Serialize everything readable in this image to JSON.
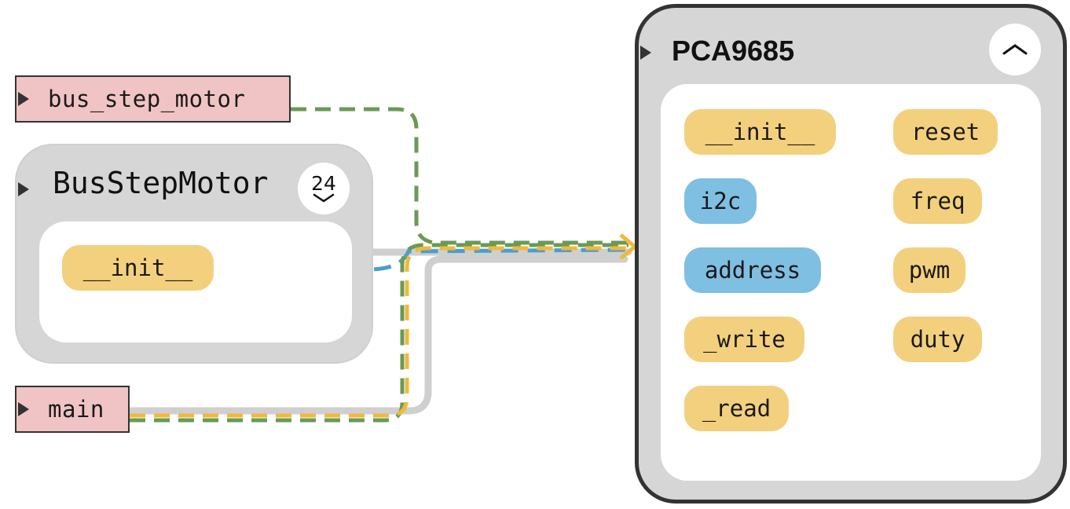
{
  "nodes": {
    "bus_step_motor": {
      "label": "bus_step_motor"
    },
    "main": {
      "label": "main"
    },
    "bus_step_motor_class": {
      "title": "BusStepMotor",
      "member_count": "24",
      "methods": [
        "__init__"
      ]
    },
    "pca9685": {
      "title": "PCA9685",
      "members": [
        {
          "name": "__init__",
          "kind": "method"
        },
        {
          "name": "reset",
          "kind": "method"
        },
        {
          "name": "i2c",
          "kind": "attribute"
        },
        {
          "name": "freq",
          "kind": "method"
        },
        {
          "name": "address",
          "kind": "attribute"
        },
        {
          "name": "pwm",
          "kind": "method"
        },
        {
          "name": "_write",
          "kind": "method"
        },
        {
          "name": "duty",
          "kind": "method"
        },
        {
          "name": "_read",
          "kind": "method"
        }
      ]
    }
  },
  "icons": {
    "expand": "chevron-down-icon",
    "collapse": "chevron-up-icon",
    "node_marker": "triangle-right-icon"
  },
  "colors": {
    "method": "#f3d07d",
    "attribute": "#7ebfe2",
    "function_node": "#f0c4c4",
    "edge_green": "#6a9a55",
    "edge_blue": "#4a9fcc",
    "edge_yellow": "#f0b93a",
    "edge_gray": "#cfcfcf"
  }
}
